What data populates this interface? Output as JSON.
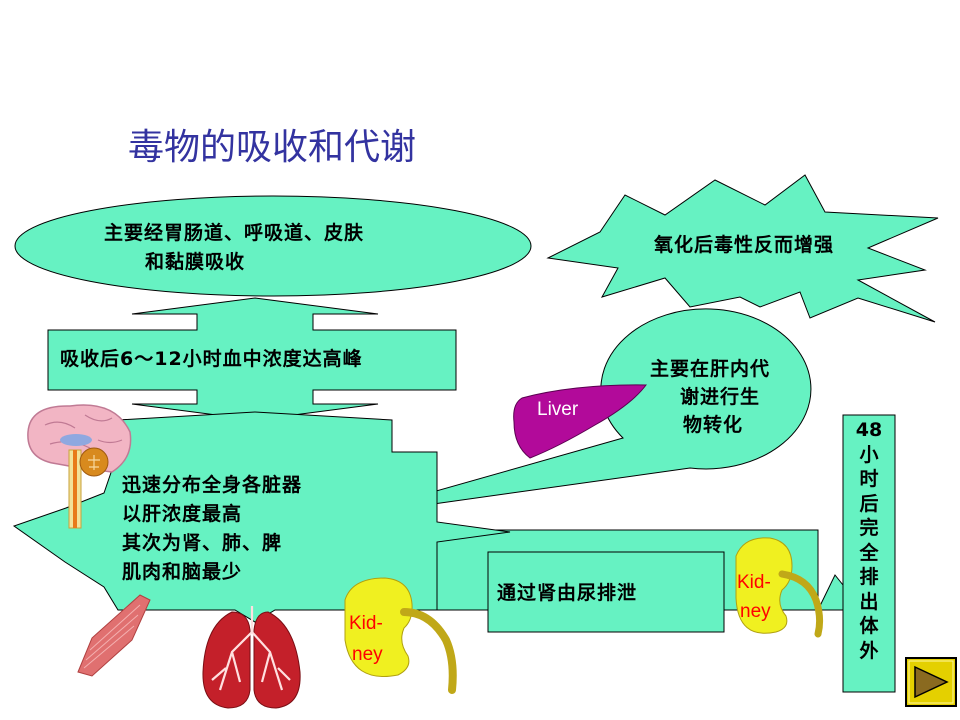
{
  "slide": {
    "title": "毒物的吸收和代谢",
    "absorption_route": [
      "主要经胃肠道、呼吸道、皮肤",
      "和黏膜吸收"
    ],
    "peak_time": "吸收后6～12小时血中浓度达高峰",
    "oxidation_note": "氧化后毒性反而增强",
    "distribution": [
      "迅速分布全身各脏器",
      "以肝浓度最高",
      "其次为肾、肺、脾",
      "肌肉和脑最少"
    ],
    "liver_metabolism": [
      "主要在肝内代",
      "谢进行生",
      "物转化"
    ],
    "renal_excretion": "通过肾由尿排泄",
    "full_excretion": "48小时后完全排出体外",
    "organ_labels": {
      "liver": "Liver",
      "kidney_1": [
        "Kid-",
        "ney"
      ],
      "kidney_2": [
        "Kid-",
        "ney"
      ]
    }
  },
  "colors": {
    "title": "#3333a0",
    "shape_fill": "#66f2c2",
    "kidney_fill": "#f0f020",
    "kidney_label": "#ff0000",
    "liver_fill": "#b20a9a"
  }
}
